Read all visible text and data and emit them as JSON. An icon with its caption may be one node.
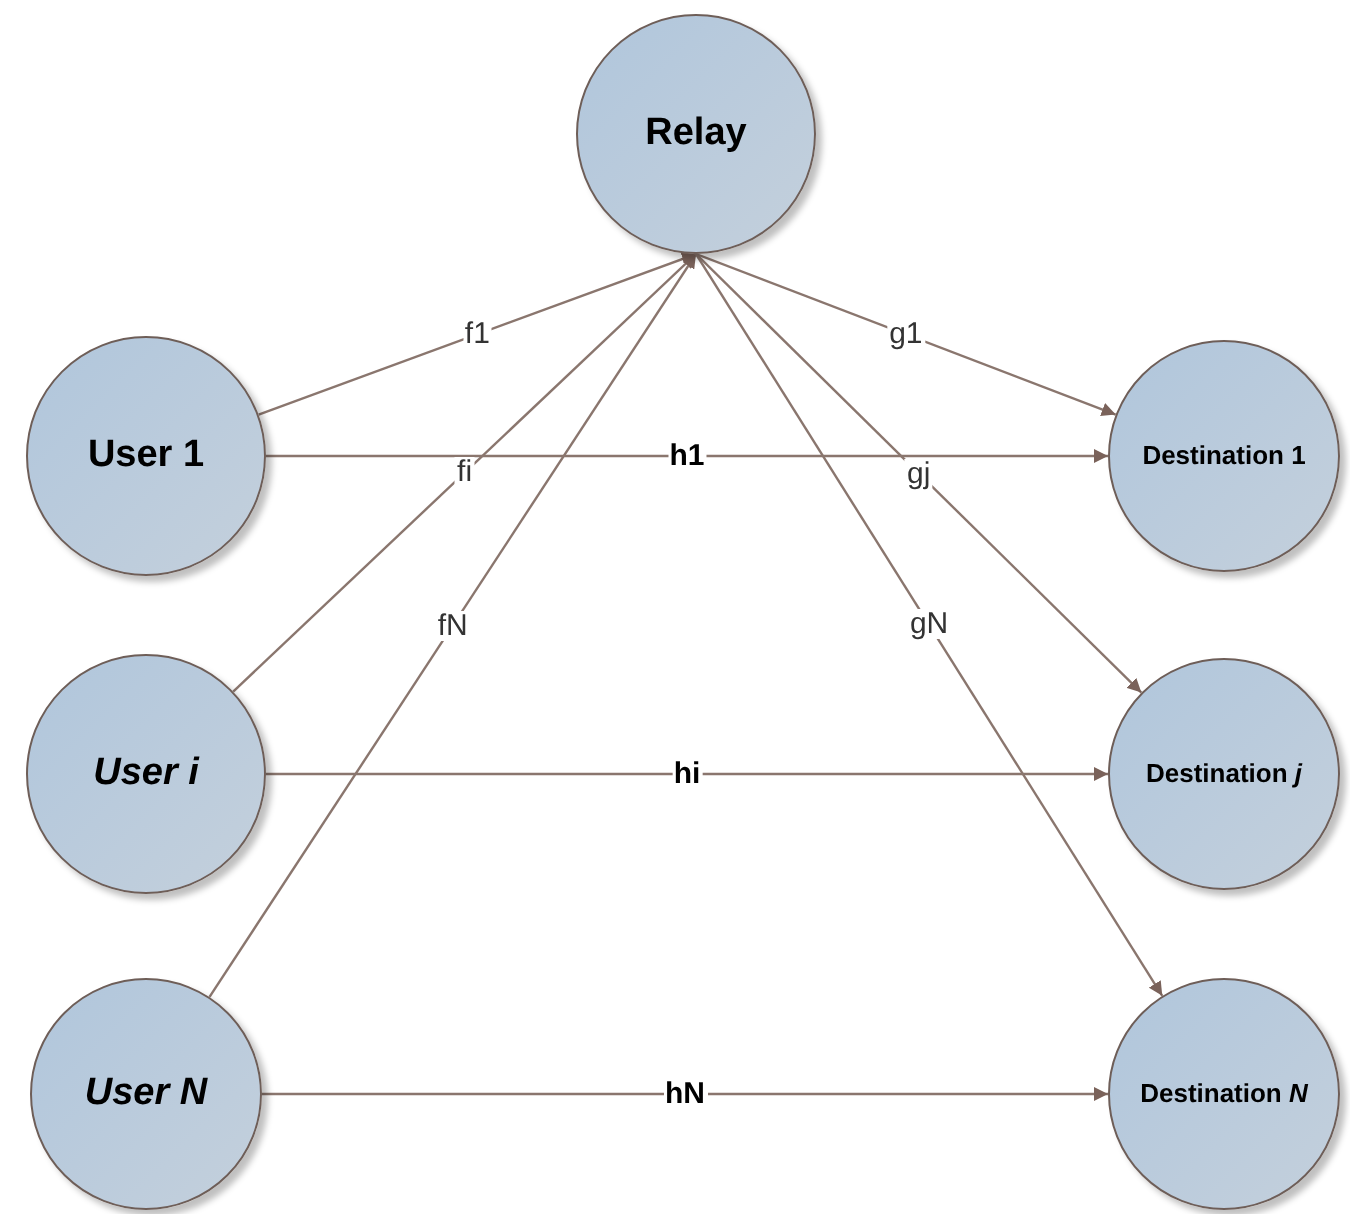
{
  "diagram": {
    "nodes": [
      {
        "text": [
          "Relay"
        ]
      },
      {
        "text": [
          "User 1"
        ]
      },
      {
        "text": [
          "User i"
        ]
      },
      {
        "text": [
          "User N"
        ]
      },
      {
        "text": [
          "Destination 1"
        ]
      },
      {
        "text": [
          "Destination *j*"
        ]
      },
      {
        "text": [
          "Destination *N*"
        ]
      }
    ],
    "edges": [
      {
        "from": 1,
        "to": 0,
        "arrow": "to",
        "label": "f1"
      },
      {
        "from": 2,
        "to": 0,
        "arrow": "to",
        "label": "fi"
      },
      {
        "from": 3,
        "to": 0,
        "arrow": "to",
        "label": "fN"
      },
      {
        "from": 0,
        "to": 4,
        "arrow": "to",
        "label": "g1"
      },
      {
        "from": 0,
        "to": 5,
        "arrow": "to",
        "label": "gj"
      },
      {
        "from": 0,
        "to": 6,
        "arrow": "to",
        "label": "gN"
      },
      {
        "from": 1,
        "to": 4,
        "arrow": "to",
        "label": "h1"
      },
      {
        "from": 2,
        "to": 5,
        "arrow": "to",
        "label": "hi"
      },
      {
        "from": 3,
        "to": 6,
        "arrow": "to",
        "label": "hN"
      }
    ]
  }
}
